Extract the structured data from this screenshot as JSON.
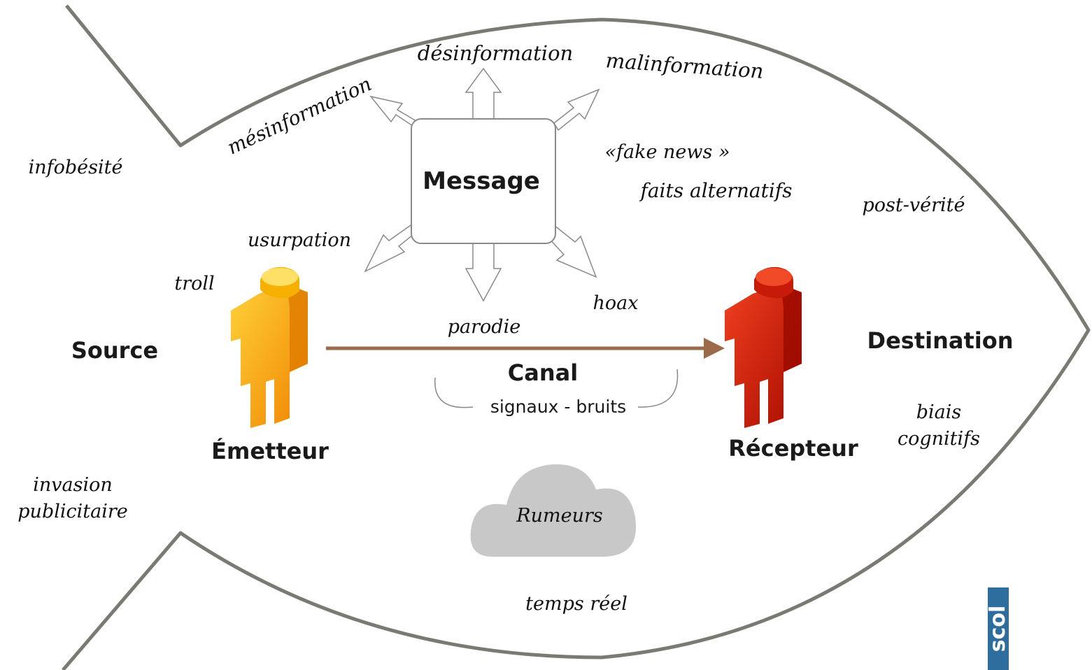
{
  "diagram": {
    "message": "Message",
    "source": "Source",
    "destination": "Destination",
    "emitter": "Émetteur",
    "receiver": "Récepteur",
    "channel": "Canal",
    "channel_sub": "signaux - bruits",
    "cloud": "Rumeurs"
  },
  "keywords": {
    "desinformation": "désinformation",
    "malinformation": "malinformation",
    "mesinformation": "mésinformation",
    "infobesite": "infobésité",
    "fake_news": "«fake news »",
    "faits_alternatifs": "faits alternatifs",
    "post_verite": "post-vérité",
    "usurpation": "usurpation",
    "troll": "troll",
    "hoax": "hoax",
    "parodie": "parodie",
    "biais_line1": "biais",
    "biais_line2": "cognitifs",
    "invasion_line1": "invasion",
    "invasion_line2": "publicitaire",
    "temps_reel": "temps réel"
  },
  "logo": {
    "text": "scol"
  },
  "colors": {
    "fish_outline": "#7a7a72",
    "channel_arrow": "#9a6a4a",
    "emitter": "#f0a000",
    "receiver": "#d01a08",
    "cloud": "#c8c8c8",
    "logo": "#2d6e9e"
  }
}
